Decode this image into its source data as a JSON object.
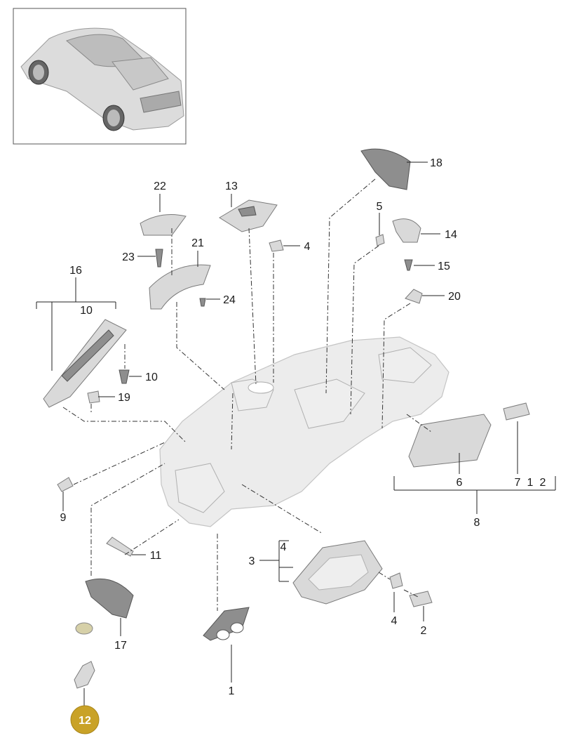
{
  "labels": {
    "p1": "1",
    "p2": "2",
    "p3": "3",
    "p4a": "4",
    "p4b": "4",
    "p4c": "4",
    "p5": "5",
    "p6": "6",
    "p7": "7",
    "p7b": "1",
    "p7c": "2",
    "p8": "8",
    "p9": "9",
    "p10a": "10",
    "p10b": "10",
    "p11": "11",
    "p12": "12",
    "p13": "13",
    "p14": "14",
    "p15": "15",
    "p16": "16",
    "p17": "17",
    "p18": "18",
    "p19": "19",
    "p20": "20",
    "p21": "21",
    "p22": "22",
    "p23": "23",
    "p24": "24"
  },
  "colors": {
    "badge": "#c9a227",
    "line": "#222222",
    "part": "#d9d9d9"
  }
}
